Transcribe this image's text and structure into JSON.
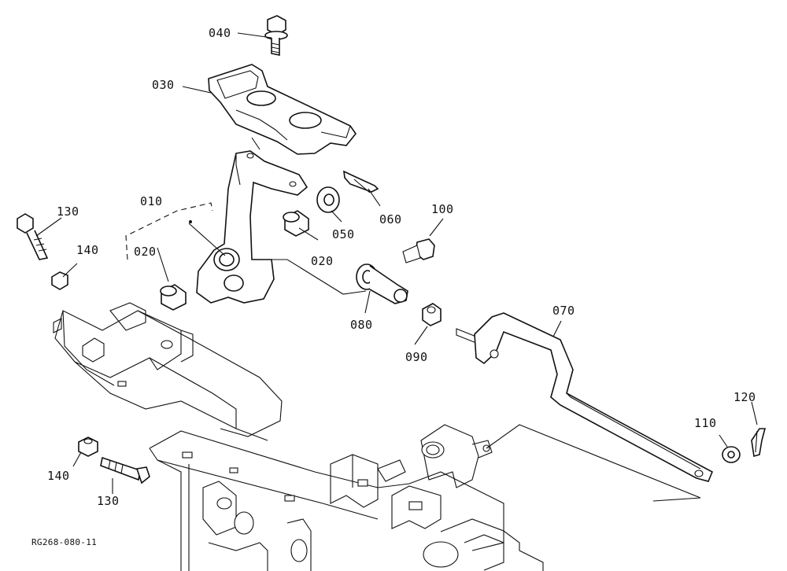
{
  "diagram": {
    "reference": "RG268-080-11",
    "callouts": {
      "p010": "010",
      "p020a": "020",
      "p020b": "020",
      "p030": "030",
      "p040": "040",
      "p050": "050",
      "p060": "060",
      "p070": "070",
      "p080": "080",
      "p090": "090",
      "p100": "100",
      "p110": "110",
      "p120": "120",
      "p130a": "130",
      "p130b": "130",
      "p140a": "140",
      "p140b": "140"
    }
  }
}
